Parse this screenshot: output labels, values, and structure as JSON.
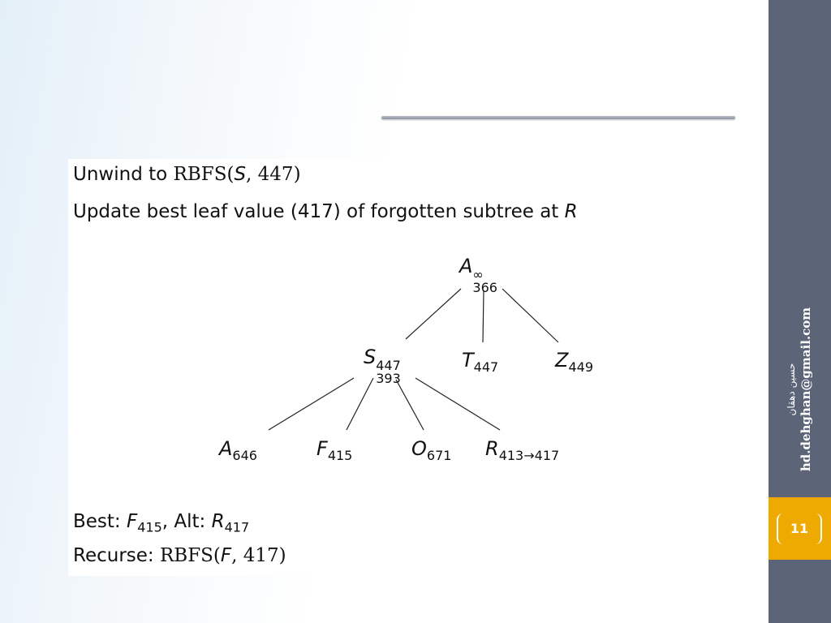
{
  "slide": {
    "line1": {
      "text": "Unwind to ",
      "func": "RBFS(",
      "var": "S",
      "rest": ", 447)"
    },
    "line2": {
      "text": "Update best leaf value (417) of forgotten subtree at ",
      "var": "R"
    },
    "best": {
      "label": "Best:  ",
      "var": "F",
      "sub": "415",
      "alt_label": ", Alt:  ",
      "alt_var": "R",
      "alt_sub": "417"
    },
    "recurse": {
      "label": "Recurse:  ",
      "func": "RBFS(",
      "var": "F",
      "rest": ", 417)"
    }
  },
  "tree": {
    "nodes": [
      {
        "id": "A-root",
        "base": "A",
        "sub": "366",
        "sup": "∞"
      },
      {
        "id": "S",
        "base": "S",
        "sub": "393",
        "sup": "447"
      },
      {
        "id": "T",
        "base": "T",
        "sub": "447",
        "sup": ""
      },
      {
        "id": "Z",
        "base": "Z",
        "sub": "449",
        "sup": ""
      },
      {
        "id": "A-leaf",
        "base": "A",
        "sub": "646",
        "sup": ""
      },
      {
        "id": "F",
        "base": "F",
        "sub": "415",
        "sup": ""
      },
      {
        "id": "O",
        "base": "O",
        "sub": "671",
        "sup": ""
      },
      {
        "id": "R",
        "base": "R",
        "sub": "413→417",
        "sup": ""
      }
    ],
    "edges": [
      [
        "A-root",
        "S"
      ],
      [
        "A-root",
        "T"
      ],
      [
        "A-root",
        "Z"
      ],
      [
        "S",
        "A-leaf"
      ],
      [
        "S",
        "F"
      ],
      [
        "S",
        "O"
      ],
      [
        "S",
        "R"
      ]
    ]
  },
  "sidebar": {
    "author_name": "حسین دهقان",
    "email": "hd.dehghan@gmail.com",
    "page_number": "11"
  },
  "colors": {
    "sidebar": "#5c6478",
    "page_box": "#eeaa00"
  }
}
